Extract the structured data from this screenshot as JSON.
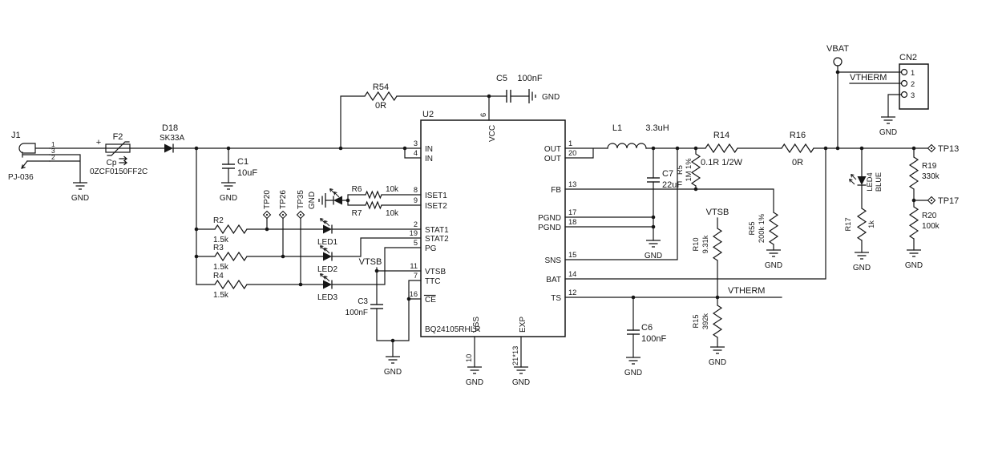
{
  "schematic": {
    "j1": {
      "ref": "J1",
      "part": "PJ-036",
      "pin1": "1",
      "pin3": "3",
      "pin2": "2"
    },
    "f2": {
      "ref": "F2",
      "part": "0ZCF0150FF2C",
      "plus": "+",
      "cp": "Cp"
    },
    "d18": {
      "ref": "D18",
      "value": "SK33A"
    },
    "c1": {
      "ref": "C1",
      "value": "10uF"
    },
    "r54": {
      "ref": "R54",
      "value": "0R"
    },
    "c5": {
      "ref": "C5",
      "value": "100nF"
    },
    "r6": {
      "ref": "R6",
      "value": "10k"
    },
    "r7": {
      "ref": "R7",
      "value": "10k"
    },
    "r2": {
      "ref": "R2",
      "value": "1.5k"
    },
    "r3": {
      "ref": "R3",
      "value": "1.5k"
    },
    "r4": {
      "ref": "R4",
      "value": "1.5k"
    },
    "led1": {
      "ref": "LED1"
    },
    "led2": {
      "ref": "LED2"
    },
    "led3": {
      "ref": "LED3"
    },
    "c3": {
      "ref": "C3",
      "value": "100nF"
    },
    "l1": {
      "ref": "L1",
      "value": "3.3uH"
    },
    "c7": {
      "ref": "C7",
      "value": "22uF"
    },
    "r14": {
      "ref": "R14",
      "value": "0.1R 1/2W"
    },
    "r16": {
      "ref": "R16",
      "value": "0R"
    },
    "r5": {
      "ref": "R5",
      "value": "1M 1%"
    },
    "r55": {
      "ref": "R55",
      "value": "200k 1%"
    },
    "r10": {
      "ref": "R10",
      "value": "9.31k"
    },
    "r15": {
      "ref": "R15",
      "value": "392k"
    },
    "c6": {
      "ref": "C6",
      "value": "100nF"
    },
    "led4": {
      "ref": "LED4",
      "value": "BLUE"
    },
    "r17": {
      "ref": "R17",
      "value": "1k"
    },
    "r19": {
      "ref": "R19",
      "value": "330k"
    },
    "r20": {
      "ref": "R20",
      "value": "100k"
    },
    "cn2": {
      "ref": "CN2",
      "pin1": "1",
      "pin2": "2",
      "pin3": "3"
    },
    "u2": {
      "ref": "U2",
      "part": "BQ24105RHLR",
      "pins": {
        "in_a": {
          "num": "3",
          "name": "IN"
        },
        "in_b": {
          "num": "4",
          "name": "IN"
        },
        "iset1": {
          "num": "8",
          "name": "ISET1"
        },
        "iset2": {
          "num": "9",
          "name": "ISET2"
        },
        "stat1": {
          "num": "2",
          "name": "STAT1"
        },
        "stat2": {
          "num": "19",
          "name": "STAT2"
        },
        "pg": {
          "num": "5",
          "name": "PG"
        },
        "vtsb": {
          "num": "11",
          "name": "VTSB"
        },
        "ttc": {
          "num": "7",
          "name": "TTC"
        },
        "ce": {
          "num": "16",
          "name": "CE"
        },
        "out_a": {
          "num": "1",
          "name": "OUT"
        },
        "out_b": {
          "num": "20",
          "name": "OUT"
        },
        "fb": {
          "num": "13",
          "name": "FB"
        },
        "pgnd1": {
          "num": "17",
          "name": "PGND"
        },
        "pgnd2": {
          "num": "18",
          "name": "PGND"
        },
        "sns": {
          "num": "15",
          "name": "SNS"
        },
        "bat": {
          "num": "14",
          "name": "BAT"
        },
        "ts": {
          "num": "12",
          "name": "TS"
        },
        "vcc": {
          "num": "6",
          "name": "VCC"
        },
        "vss": {
          "num": "10",
          "name": "VSS"
        },
        "exp": {
          "num": "21*13",
          "name": "EXP"
        }
      }
    },
    "testpoints": {
      "tp20": "TP20",
      "tp26": "TP26",
      "tp35": "TP35",
      "tp13": "TP13",
      "tp17": "TP17"
    },
    "nets": {
      "gnd": "GND",
      "vtsb": "VTSB",
      "vtherm": "VTHERM",
      "vbat": "VBAT"
    }
  }
}
